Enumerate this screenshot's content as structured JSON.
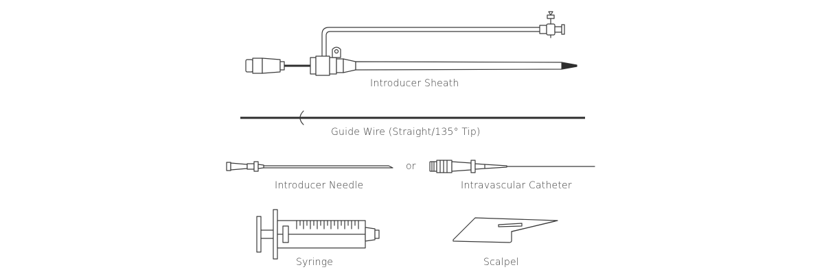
{
  "labels": {
    "introducer_sheath": "Introducer Sheath",
    "guide_wire": "Guide Wire (Straight/135° Tip)",
    "introducer_needle": "Introducer Needle",
    "or": "or",
    "intravascular_catheter": "Intravascular Catheter",
    "syringe": "Syringe",
    "scalpel": "Scalpel"
  },
  "colors": {
    "line": "#3a3a3a",
    "background": "#ffffff"
  }
}
